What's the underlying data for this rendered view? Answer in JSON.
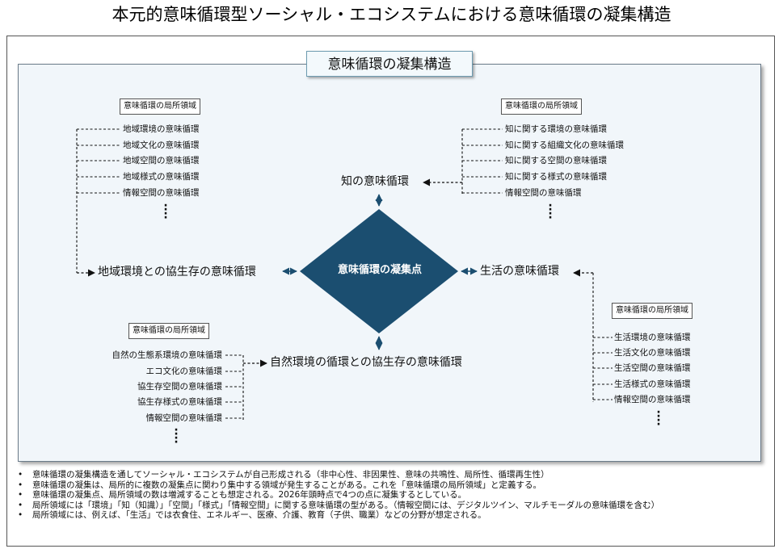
{
  "title": "本元的意味循環型ソーシャル・エコシステムにおける意味循環の凝集構造",
  "panel_title": "意味循環の凝集構造",
  "hub": "意味循環の凝集点",
  "nodes": {
    "knowledge": "知の意味循環",
    "life": "生活の意味循環",
    "regional": "地域環境との協生存の意味循環",
    "natural": "自然環境の循環との協生存の意味循環"
  },
  "clusters": {
    "top_left": {
      "header": "意味循環の局所領域",
      "items": [
        "地域環境の意味循環",
        "地域文化の意味循環",
        "地域空間の意味循環",
        "地域様式の意味循環",
        "情報空間の意味循環"
      ]
    },
    "top_right": {
      "header": "意味循環の局所領域",
      "items": [
        "知に関する環境の意味循環",
        "知に関する組織文化の意味循環",
        "知に関する空間の意味循環",
        "知に関する様式の意味循環",
        "情報空間の意味循環"
      ]
    },
    "bottom_left": {
      "header": "意味循環の局所領域",
      "items": [
        "自然の生態系環境の意味循環",
        "エコ文化の意味循環",
        "協生存空間の意味循環",
        "協生存様式の意味循環",
        "情報空間の意味循環"
      ]
    },
    "bottom_right": {
      "header": "意味循環の局所領域",
      "items": [
        "生活環境の意味循環",
        "生活文化の意味循環",
        "生活空間の意味循環",
        "生活様式の意味循環",
        "情報空間の意味循環"
      ]
    }
  },
  "notes": [
    "意味循環の凝集構造を通してソーシャル・エコシステムが自己形成される（非中心性、非因果性、意味の共鳴性、局所性、循環再生性）",
    "意味循環の凝集は、局所的に複数の凝集点に関わり集中する領域が発生することがある。これを「意味循環の局所領域」と定義する。",
    "意味循環の凝集点、局所領域の数は増減することも想定される。2026年頭時点で4つの点に凝集するとしている。",
    "局所領域には「環境」「知（知識）」「空間」「様式」「情報空間」に関する意味循環の型がある。（情報空間には、デジタルツイン、マルチモーダルの意味循環を含む）",
    "局所領域には、例えば、「生活」では衣食住、エネルギー、医療、介護、教育（子供、職業）などの分野が想定される。"
  ],
  "colors": {
    "hub_fill": "#1b4e70",
    "panel_bg": "#f1f6fa",
    "connector": "#1b4e70"
  }
}
